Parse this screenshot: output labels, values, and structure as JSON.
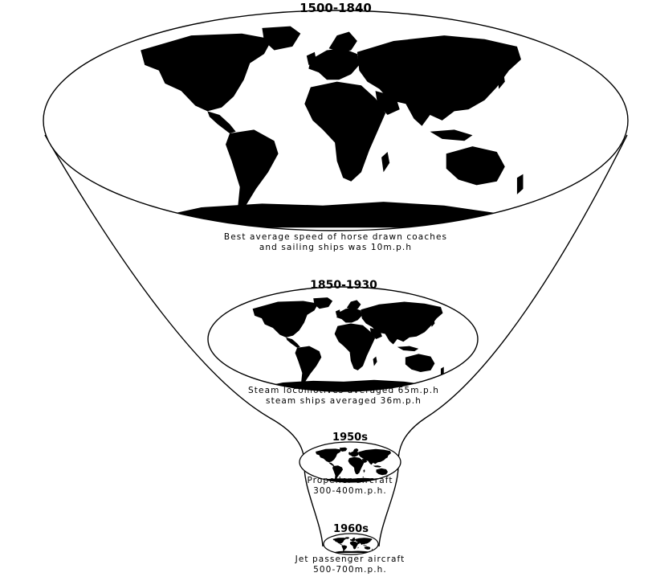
{
  "stages": [
    {
      "period": "1500-1840",
      "caption_lines": [
        "Best average speed of horse drawn coaches",
        "and sailing ships was 10m.p.h"
      ]
    },
    {
      "period": "1850-1930",
      "caption_lines": [
        "Steam locomotives averaged 65m.p.h",
        "steam ships averaged 36m.p.h"
      ]
    },
    {
      "period": "1950s",
      "caption_lines": [
        "Propeller aircraft",
        "300-400m.p.h."
      ]
    },
    {
      "period": "1960s",
      "caption_lines": [
        "Jet passenger aircraft",
        "500-700m.p.h."
      ]
    }
  ],
  "colors": {
    "ink": "#000000",
    "paper": "#ffffff"
  },
  "icons": [
    "world-map-icon"
  ]
}
